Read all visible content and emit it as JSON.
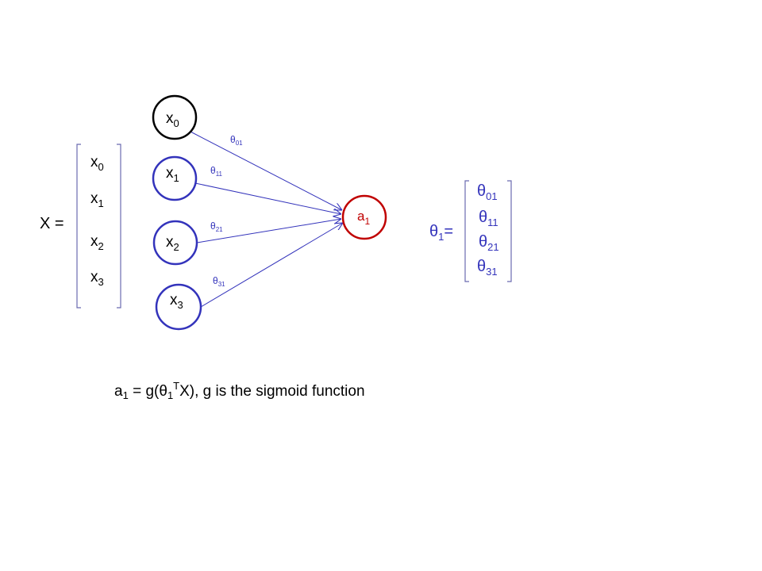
{
  "colors": {
    "text": "#000000",
    "blue": "#3333bb",
    "red": "#c00000"
  },
  "input_vector": {
    "name": "X",
    "eq": "=",
    "entries": [
      {
        "base": "x",
        "sub": "0"
      },
      {
        "base": "x",
        "sub": "1"
      },
      {
        "base": "x",
        "sub": "2"
      },
      {
        "base": "x",
        "sub": "3"
      }
    ]
  },
  "nodes": {
    "inputs": [
      {
        "base": "x",
        "sub": "0"
      },
      {
        "base": "x",
        "sub": "1"
      },
      {
        "base": "x",
        "sub": "2"
      },
      {
        "base": "x",
        "sub": "3"
      }
    ],
    "output": {
      "base": "a",
      "sub": "1"
    }
  },
  "weights": [
    {
      "base": "θ",
      "sub": "01"
    },
    {
      "base": "θ",
      "sub": "11"
    },
    {
      "base": "θ",
      "sub": "21"
    },
    {
      "base": "θ",
      "sub": "31"
    }
  ],
  "theta_vector": {
    "name": {
      "base": "θ",
      "sub": "1"
    },
    "eq": "=",
    "entries": [
      {
        "base": "θ",
        "sub": "01"
      },
      {
        "base": "θ",
        "sub": "11"
      },
      {
        "base": "θ",
        "sub": "21"
      },
      {
        "base": "θ",
        "sub": "31"
      }
    ]
  },
  "formula": {
    "a": "a",
    "a_sub": "1",
    "mid": " = g(θ",
    "theta_sub": "1",
    "sup": "T",
    "tail": "X), g is the sigmoid function"
  }
}
